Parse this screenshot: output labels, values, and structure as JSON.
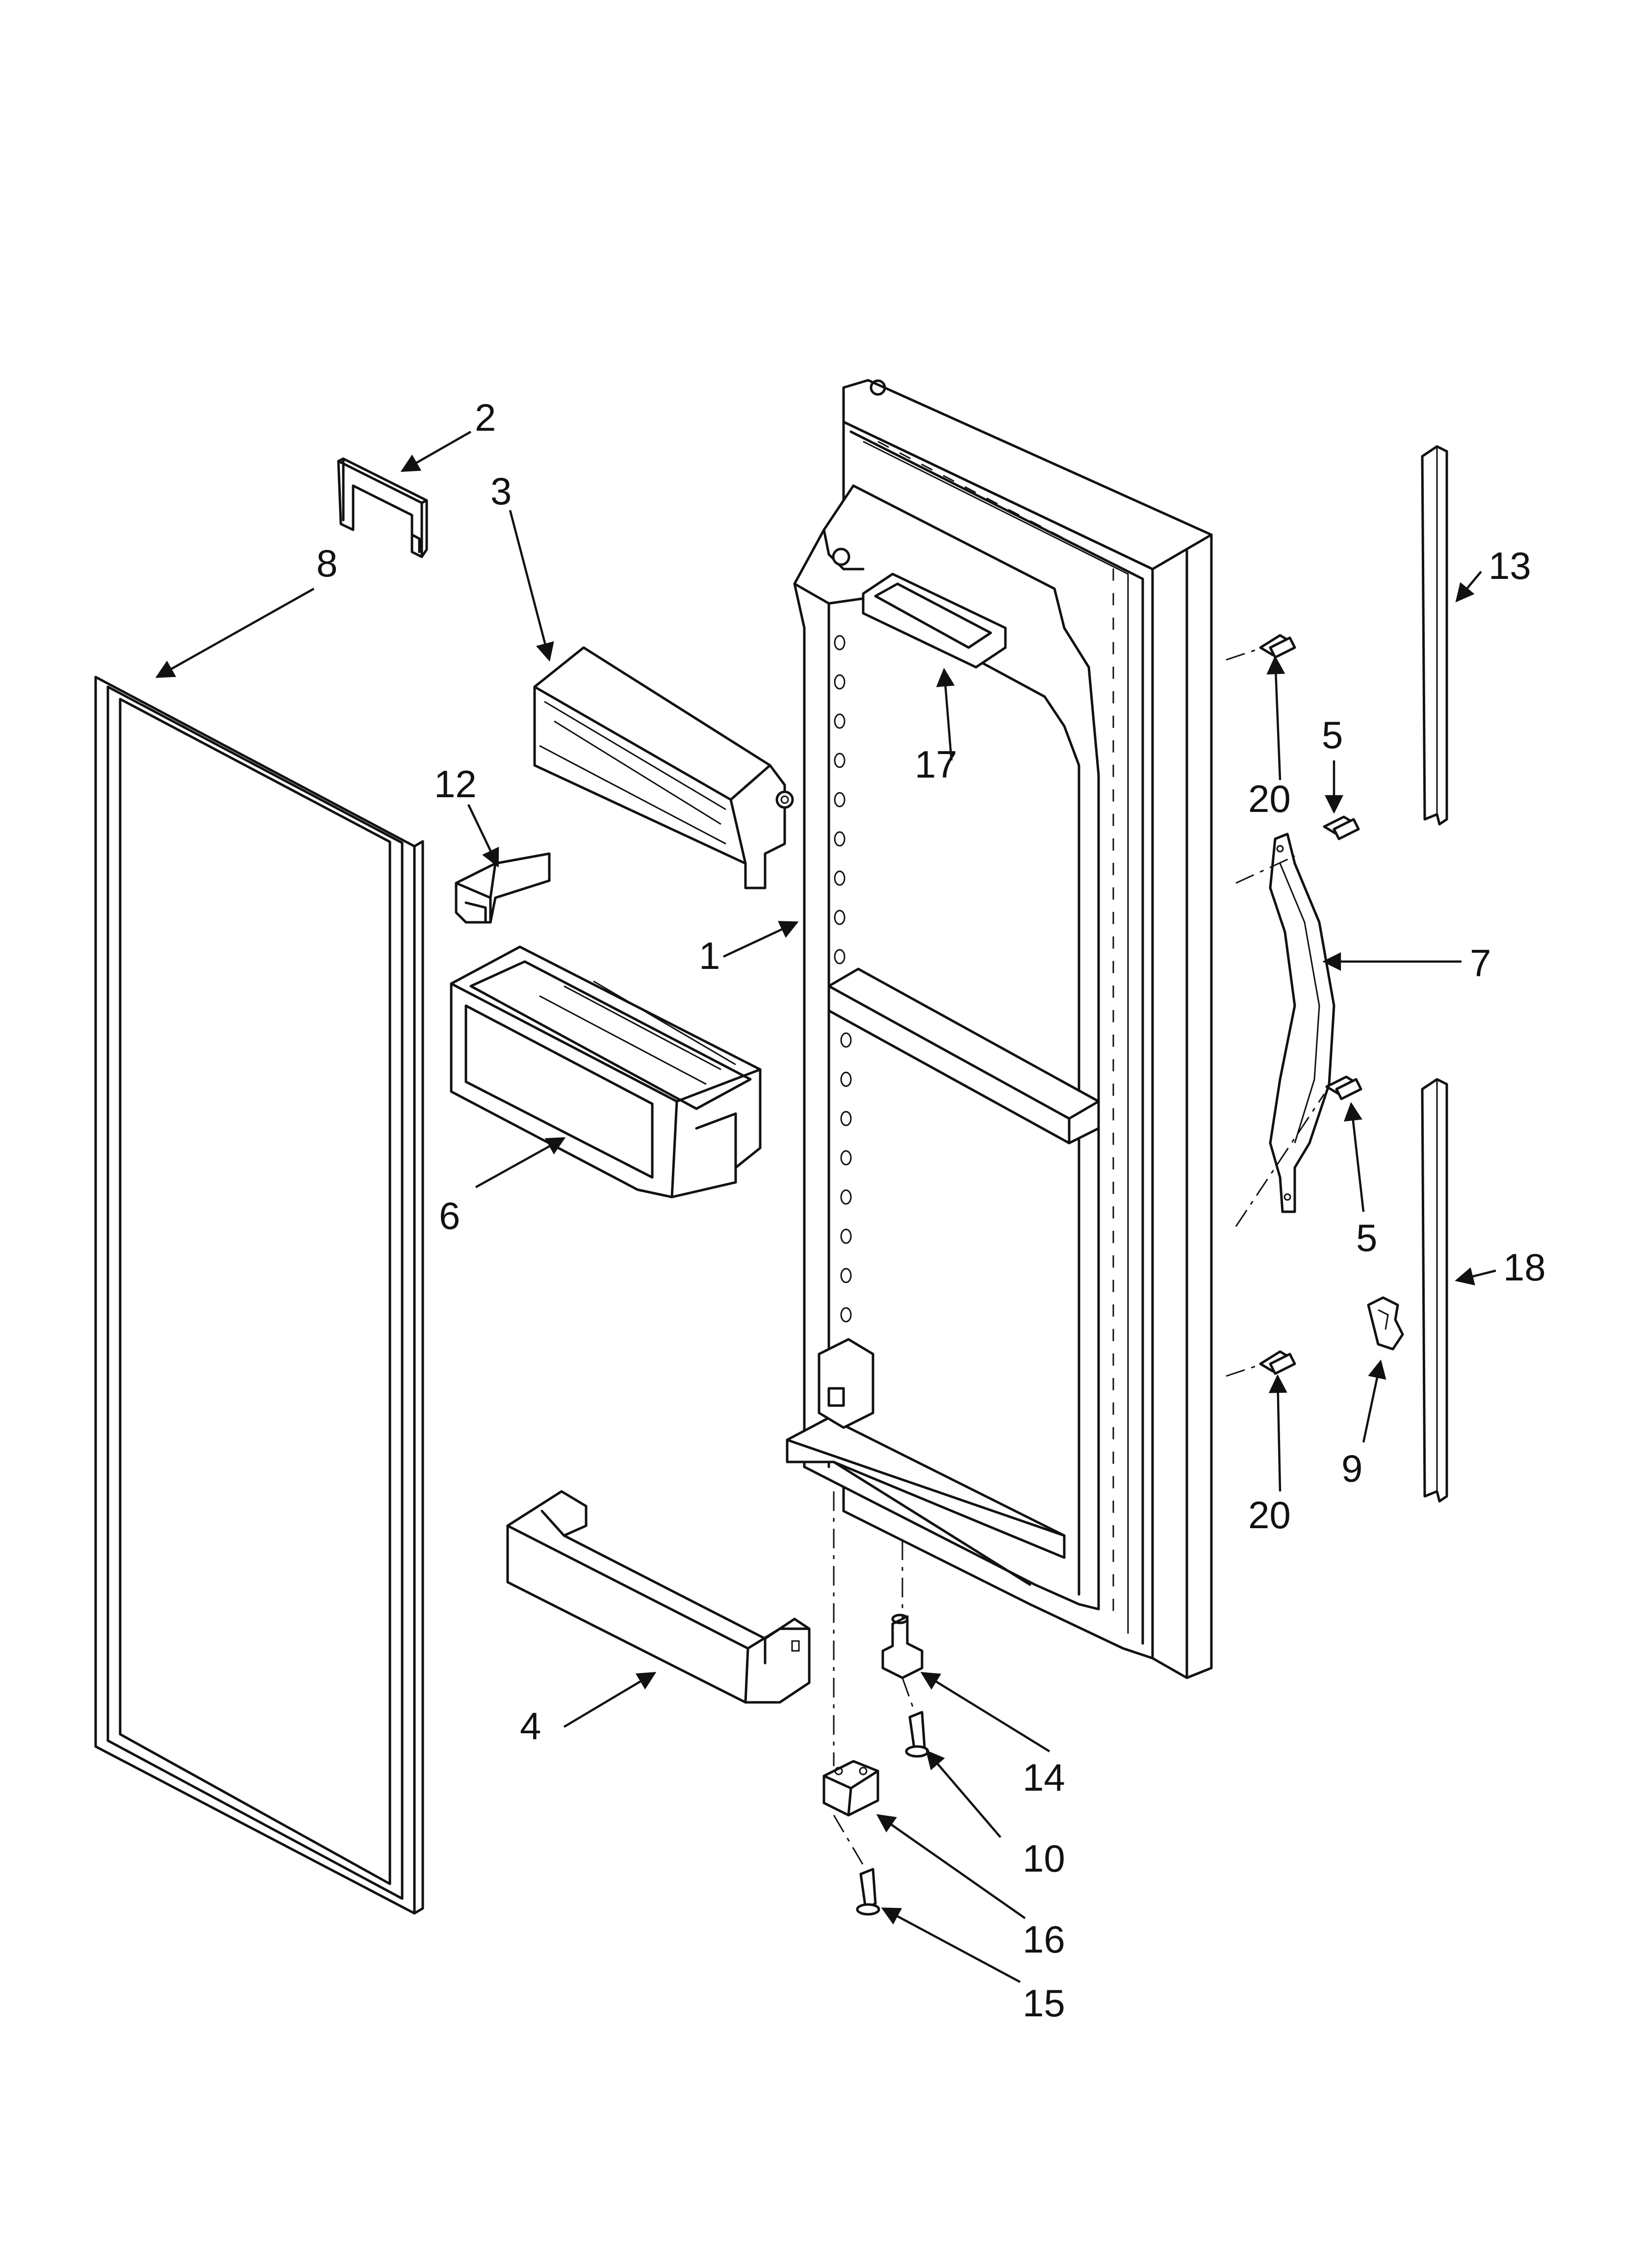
{
  "callouts": {
    "c1": "1",
    "c2": "2",
    "c3": "3",
    "c4": "4",
    "c5a": "5",
    "c5b": "5",
    "c6": "6",
    "c7": "7",
    "c8": "8",
    "c9": "9",
    "c10": "10",
    "c12": "12",
    "c13": "13",
    "c14": "14",
    "c15": "15",
    "c16": "16",
    "c17": "17",
    "c18": "18",
    "c20a": "20",
    "c20b": "20"
  }
}
